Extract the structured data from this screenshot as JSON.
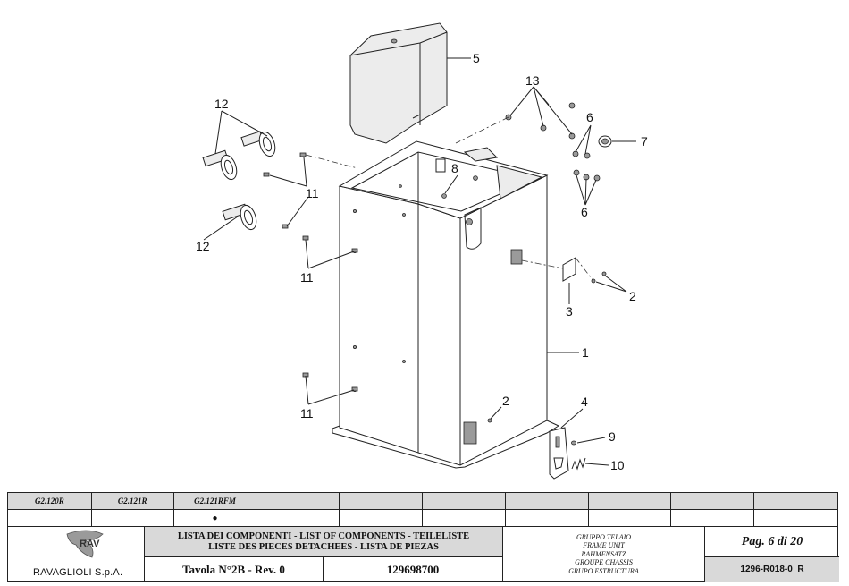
{
  "callouts": {
    "c1": "1",
    "c2a": "2",
    "c2b": "2",
    "c3": "3",
    "c4": "4",
    "c5": "5",
    "c6a": "6",
    "c6b": "6",
    "c7": "7",
    "c8": "8",
    "c9": "9",
    "c10": "10",
    "c11a": "11",
    "c11b": "11",
    "c11c": "11",
    "c12a": "12",
    "c12b": "12",
    "c13": "13"
  },
  "models": {
    "headers": [
      "G2.120R",
      "G2.121R",
      "G2.121RFM",
      "",
      "",
      "",
      "",
      "",
      "",
      ""
    ],
    "marks": [
      "",
      "",
      "●",
      "",
      "",
      "",
      "",
      "",
      "",
      ""
    ]
  },
  "company": {
    "name": "RAVAGLIOLI S.p.A."
  },
  "list_title": {
    "line1": "LISTA DEI COMPONENTI - LIST OF COMPONENTS - TEILELISTE",
    "line2": "LISTE DES PIECES DETACHEES - LISTA DE PIEZAS"
  },
  "table": {
    "label": "Tavola N°2B - Rev. 0",
    "code": "129698700"
  },
  "group": {
    "it": "GRUPPO TELAIO",
    "en": "FRAME UNIT",
    "de": "RAHMENSATZ",
    "fr": "GROUPE CHASSIS",
    "es": "GRUPO ESTRUCTURA"
  },
  "page": {
    "label": "Pag. 6 di 20",
    "code": "1296-R018-0_R"
  }
}
